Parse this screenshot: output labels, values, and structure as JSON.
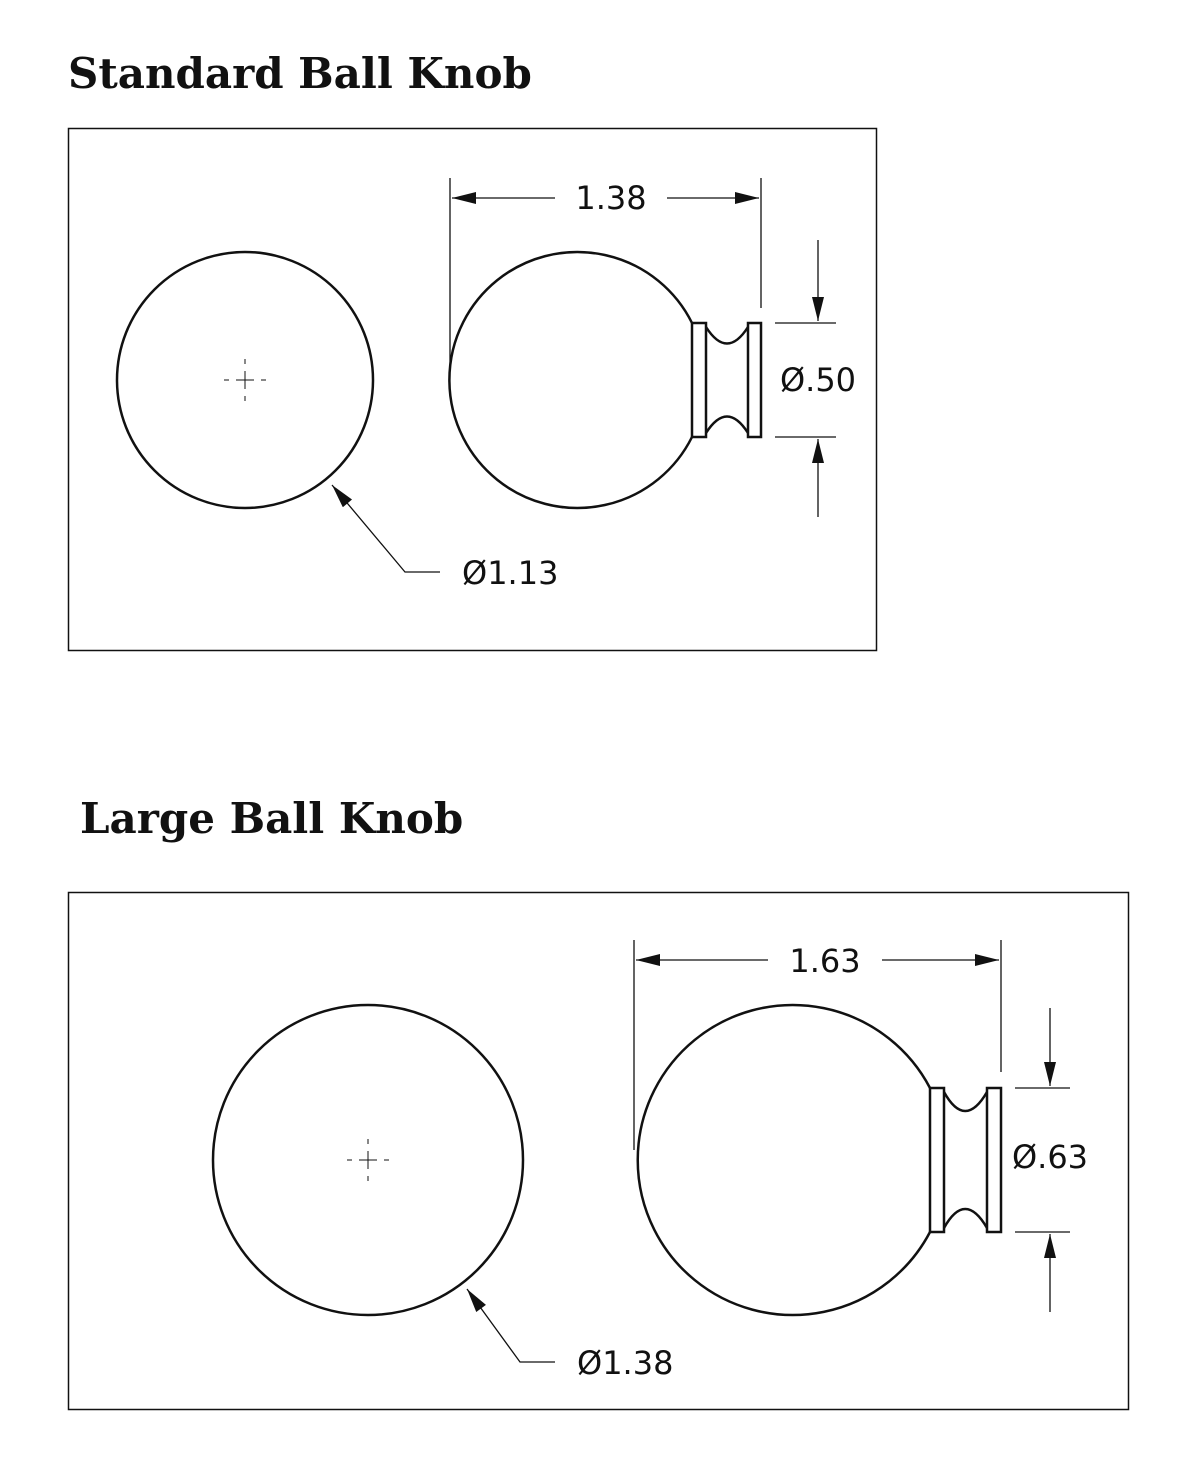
{
  "standard": {
    "title": "Standard Ball Knob",
    "length_label": "1.38",
    "stem_diameter_label": "Ø.50",
    "ball_diameter_label": "Ø1.13"
  },
  "large": {
    "title": "Large Ball Knob",
    "length_label": "1.63",
    "stem_diameter_label": "Ø.63",
    "ball_diameter_label": "Ø1.38"
  }
}
